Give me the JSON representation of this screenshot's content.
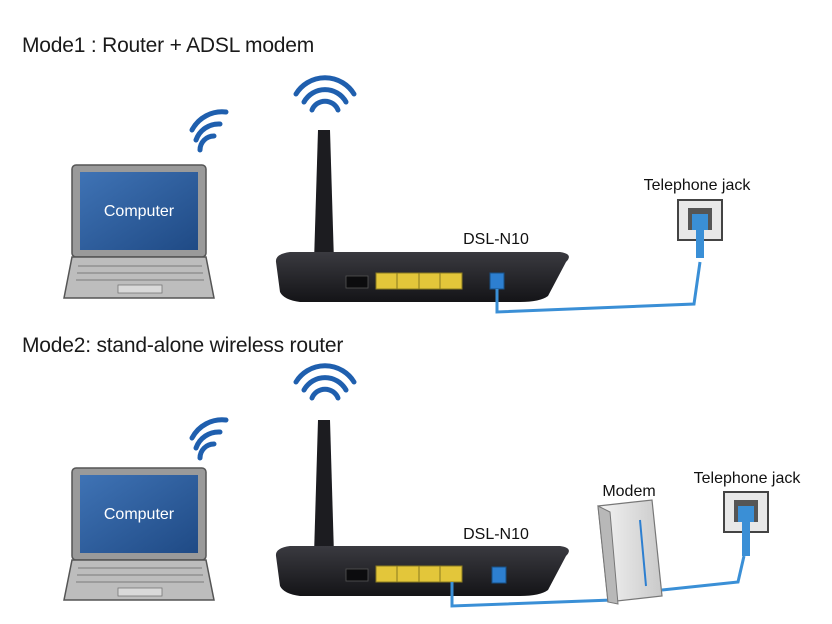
{
  "mode1": {
    "title": "Mode1 : Router + ADSL modem",
    "computer_label": "Computer",
    "router_label": "DSL-N10",
    "jack_label": "Telephone jack"
  },
  "mode2": {
    "title": "Mode2: stand-alone wireless router",
    "computer_label": "Computer",
    "router_label": "DSL-N10",
    "modem_label": "Modem",
    "jack_label": "Telephone jack"
  },
  "colors": {
    "wifi_blue": "#1f5fae",
    "screen_blue": "#2f5d9a",
    "router_body": "#1e1e22",
    "lan_port_yellow": "#e3c63a",
    "cable_blue": "#3a8fd6"
  }
}
